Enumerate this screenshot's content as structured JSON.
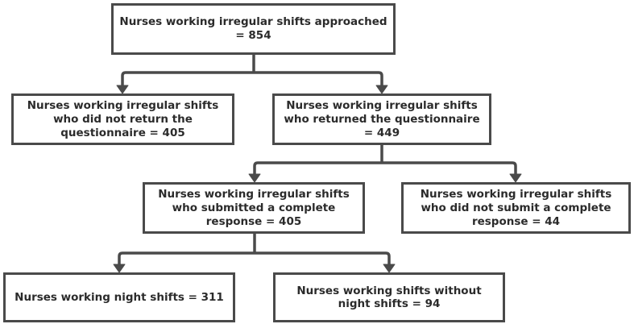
{
  "nodes": {
    "approached": "Nurses working irregular shifts approached = 854",
    "not_returned": "Nurses working irregular shifts who did not return the questionnaire = 405",
    "returned": "Nurses working irregular shifts who returned the questionnaire = 449",
    "complete": "Nurses working irregular shifts who submitted a complete response = 405",
    "incomplete": "Nurses working irregular shifts who did not submit a complete response = 44",
    "night": "Nurses working night shifts = 311",
    "no_night": "Nurses working shifts without night shifts = 94"
  },
  "colors": {
    "border": "#4a4a4a",
    "text": "#2b2b2b",
    "arrow": "#4a4a4a"
  }
}
